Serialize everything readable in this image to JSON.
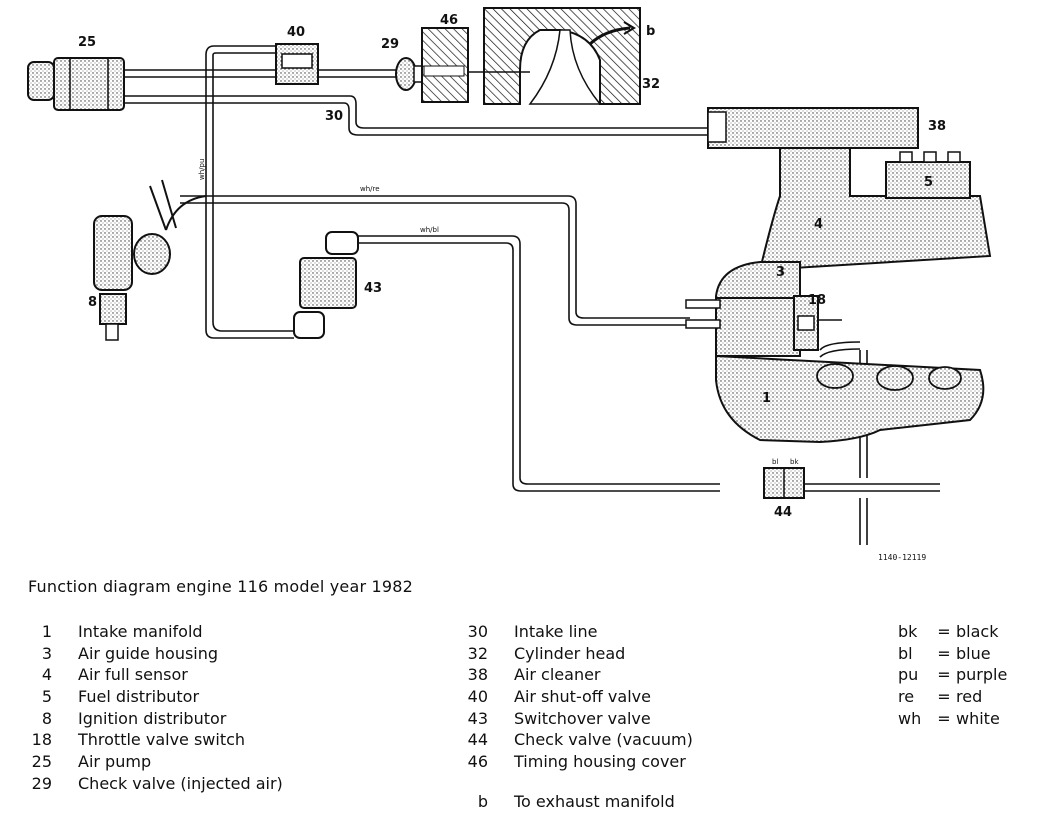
{
  "diagram": {
    "reference_number": "1140-12119",
    "callouts": {
      "c1": "1",
      "c3": "3",
      "c4": "4",
      "c5": "5",
      "c8": "8",
      "c18": "18",
      "c25": "25",
      "c29": "29",
      "c30": "30",
      "c32": "32",
      "c38": "38",
      "c40": "40",
      "c43": "43",
      "c44": "44",
      "c46": "46",
      "cb": "b"
    },
    "wire_labels": {
      "vertical_left": "wh/pu",
      "upper_line": "wh/re",
      "lower_line": "wh/bl",
      "check_valve_left": "bl",
      "check_valve_right": "bk"
    }
  },
  "caption": "Function diagram engine 116 model year 1982",
  "legend": {
    "left": [
      {
        "num": "1",
        "label": "Intake manifold"
      },
      {
        "num": "3",
        "label": "Air guide housing"
      },
      {
        "num": "4",
        "label": "Air full sensor"
      },
      {
        "num": "5",
        "label": "Fuel distributor"
      },
      {
        "num": "8",
        "label": "Ignition distributor"
      },
      {
        "num": "18",
        "label": "Throttle valve switch"
      },
      {
        "num": "25",
        "label": "Air pump"
      },
      {
        "num": "29",
        "label": "Check valve (injected air)"
      }
    ],
    "middle": [
      {
        "num": "30",
        "label": "Intake line"
      },
      {
        "num": "32",
        "label": "Cylinder head"
      },
      {
        "num": "38",
        "label": "Air cleaner"
      },
      {
        "num": "40",
        "label": "Air shut-off valve"
      },
      {
        "num": "43",
        "label": "Switchover valve"
      },
      {
        "num": "44",
        "label": "Check valve (vacuum)"
      },
      {
        "num": "46",
        "label": "Timing housing cover"
      }
    ],
    "note": {
      "num": "b",
      "label": "To exhaust manifold"
    },
    "colors": [
      {
        "abbr": "bk",
        "eq": "=",
        "name": "black"
      },
      {
        "abbr": "bl",
        "eq": "=",
        "name": "blue"
      },
      {
        "abbr": "pu",
        "eq": "=",
        "name": "purple"
      },
      {
        "abbr": "re",
        "eq": "=",
        "name": "red"
      },
      {
        "abbr": "wh",
        "eq": "=",
        "name": "white"
      }
    ]
  }
}
